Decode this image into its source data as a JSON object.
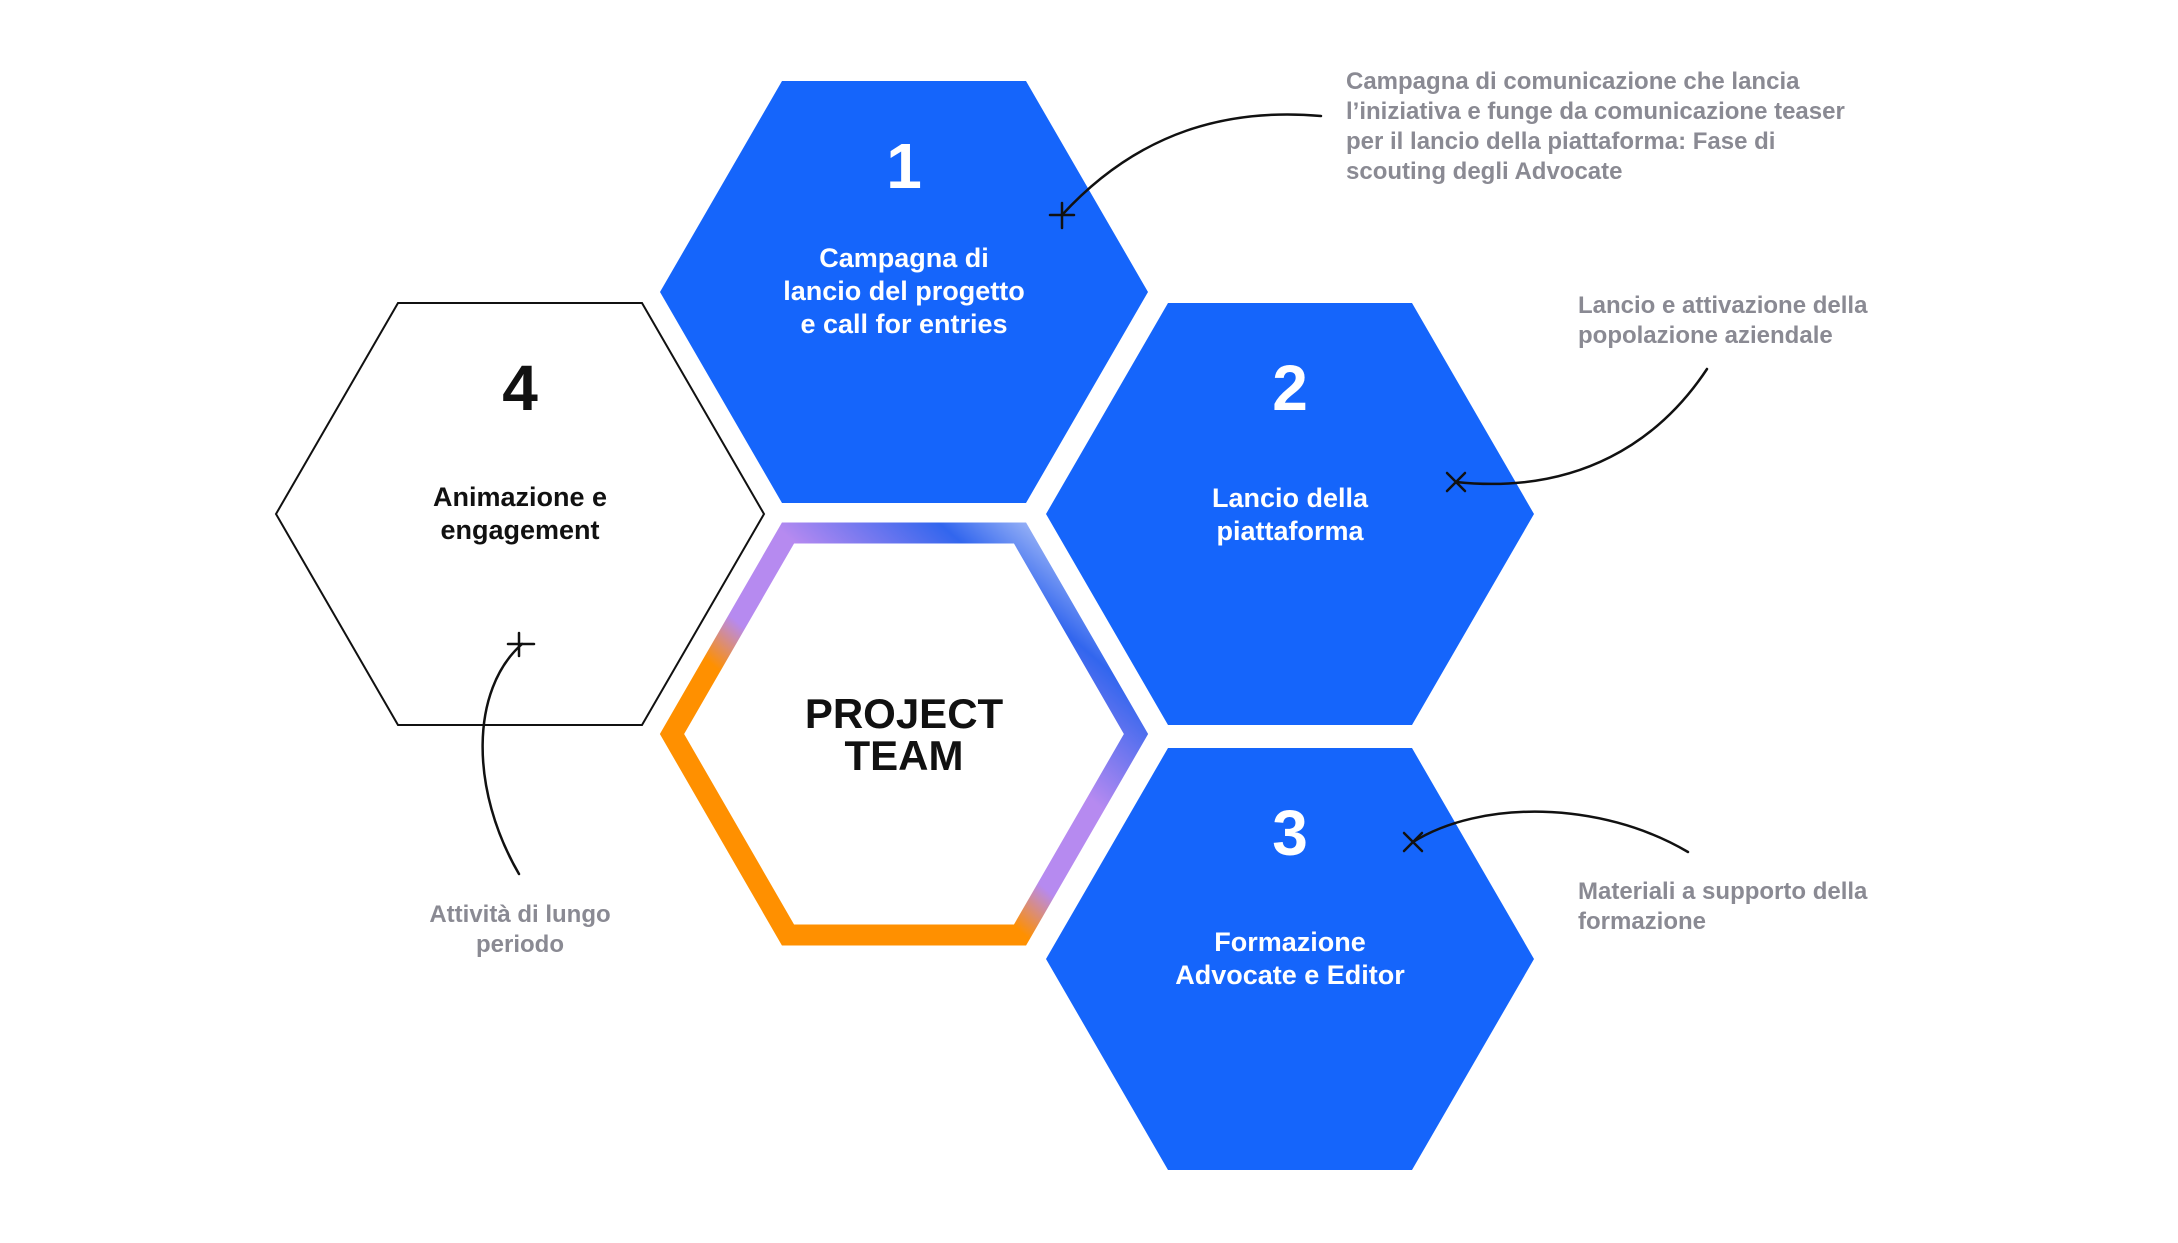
{
  "colors": {
    "blue": "#1565fb",
    "gray_text": "#8a8a93",
    "orange": "#ff9000",
    "purple": "#b68af0"
  },
  "center": {
    "lines": [
      "PROJECT",
      "TEAM"
    ]
  },
  "steps": [
    {
      "number": "1",
      "lines": [
        "Campagna di",
        "lancio del progetto",
        "e call for entries"
      ]
    },
    {
      "number": "2",
      "lines": [
        "Lancio della",
        "piattaforma"
      ]
    },
    {
      "number": "3",
      "lines": [
        "Formazione",
        "Advocate e Editor"
      ]
    },
    {
      "number": "4",
      "lines": [
        "Animazione e",
        "engagement"
      ]
    }
  ],
  "notes": [
    {
      "lines": [
        "Campagna di comunicazione che lancia",
        "l’iniziativa e funge da comunicazione teaser",
        "per il lancio della piattaforma: Fase di",
        "scouting degli Advocate"
      ]
    },
    {
      "lines": [
        "Lancio e attivazione della",
        "popolazione aziendale"
      ]
    },
    {
      "lines": [
        "Materiali a supporto della",
        "formazione"
      ]
    },
    {
      "lines": [
        "Attività di lungo",
        "periodo"
      ]
    }
  ]
}
